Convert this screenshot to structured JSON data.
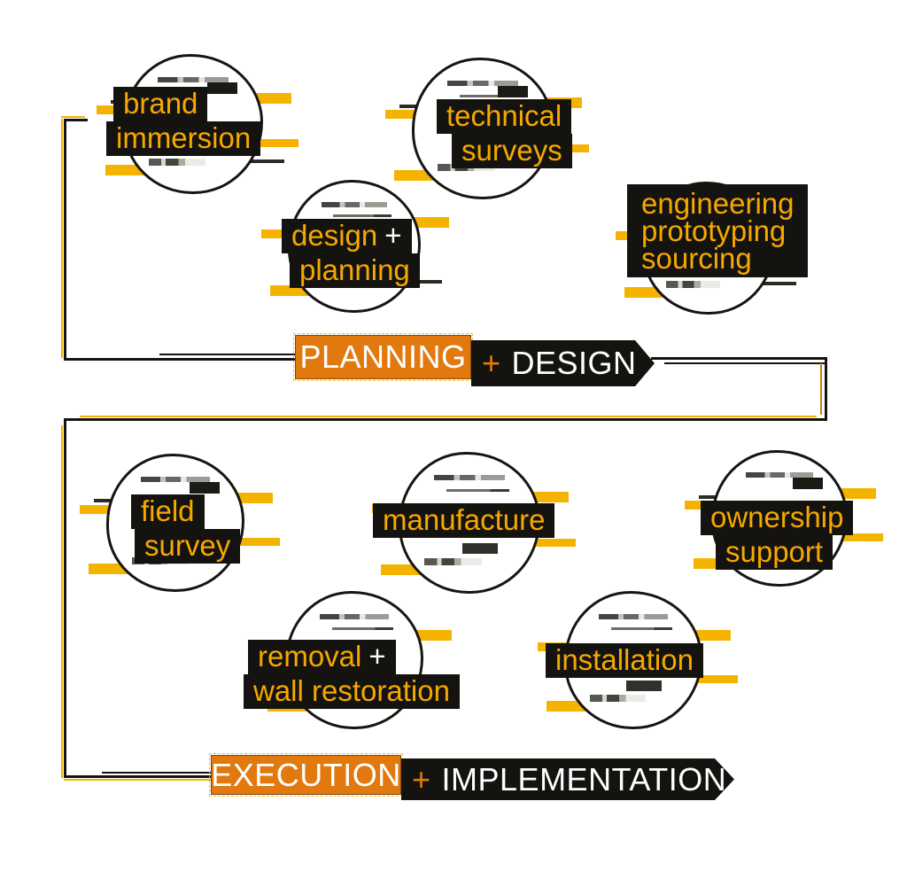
{
  "colors": {
    "accent_orange": "#e2790f",
    "label_yellow": "#f5a800",
    "glitch_yellow": "#f5b301",
    "box_black": "#151310",
    "line_black": "#15130f"
  },
  "nodes": [
    {
      "id": "brand-immersion",
      "lines": [
        {
          "text": "brand"
        },
        {
          "text": "immersion"
        }
      ]
    },
    {
      "id": "technical-surveys",
      "lines": [
        {
          "text": "technical"
        },
        {
          "text": "surveys"
        }
      ]
    },
    {
      "id": "design-planning",
      "lines": [
        {
          "text": "design",
          "suffix": "+"
        },
        {
          "text": "planning"
        }
      ]
    },
    {
      "id": "engineering-prototyping-sourcing",
      "lines": [
        {
          "text": "engineering"
        },
        {
          "text": "prototyping"
        },
        {
          "text": "sourcing"
        }
      ]
    },
    {
      "id": "field-survey",
      "lines": [
        {
          "text": "field"
        },
        {
          "text": "survey"
        }
      ]
    },
    {
      "id": "manufacture",
      "lines": [
        {
          "text": "manufacture"
        }
      ]
    },
    {
      "id": "ownership-support",
      "lines": [
        {
          "text": "ownership"
        },
        {
          "text": "support"
        }
      ]
    },
    {
      "id": "removal-wall-restoration",
      "lines": [
        {
          "text": "removal",
          "suffix": "+"
        },
        {
          "text": "wall restoration"
        }
      ]
    },
    {
      "id": "installation",
      "lines": [
        {
          "text": "installation"
        }
      ]
    }
  ],
  "banners": [
    {
      "left": "PLANNING",
      "plus": "+",
      "right": "DESIGN"
    },
    {
      "left": "EXECUTION",
      "plus": "+",
      "right": "IMPLEMENTATION"
    }
  ]
}
